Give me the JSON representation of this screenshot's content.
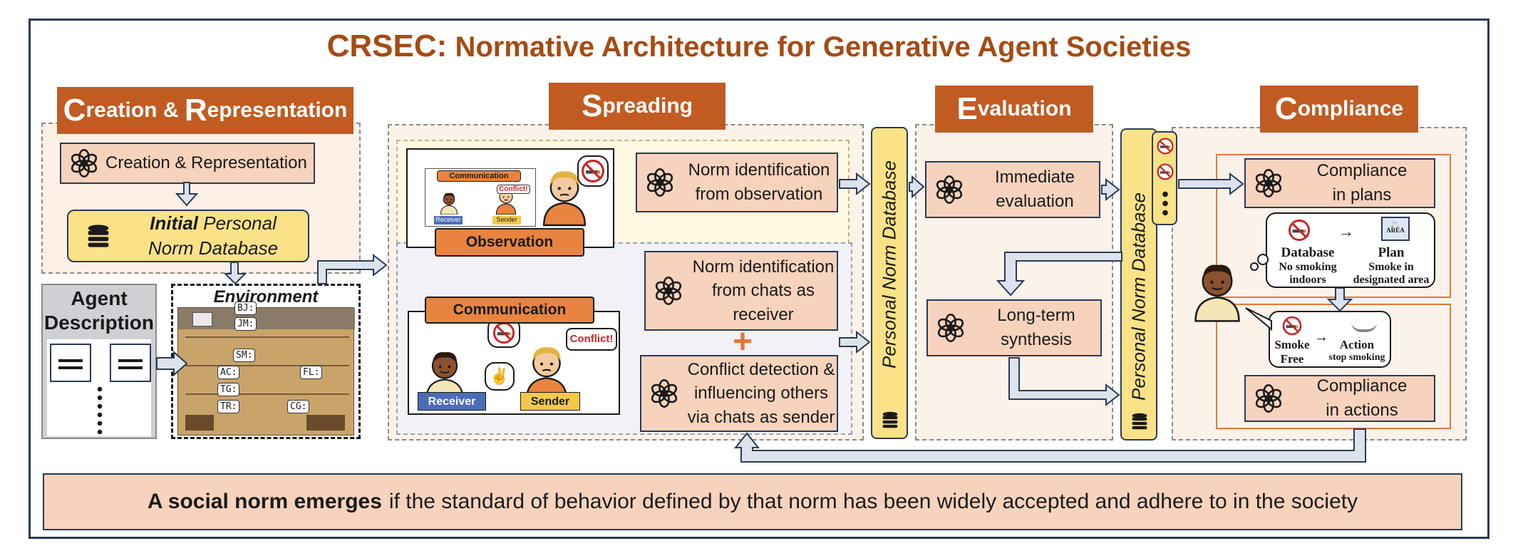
{
  "title": {
    "acronym": "CRSEC:",
    "rest": "Normative Architecture for Generative Agent Societies"
  },
  "stages": {
    "creation": {
      "initial1": "C",
      "word1": "reation",
      "amp": " & ",
      "initial2": "R",
      "word2": "epresentation"
    },
    "spreading": {
      "initial": "S",
      "word": "preading"
    },
    "evaluation": {
      "initial": "E",
      "word": "valuation"
    },
    "compliance": {
      "initial": "C",
      "word": "ompliance"
    }
  },
  "creation": {
    "module": "Creation & Representation",
    "initial_db_bold": "Initial",
    "initial_db_rest": " Personal",
    "initial_db_line2": "Norm Database",
    "agent_description_line1": "Agent",
    "agent_description_line2": "Description",
    "environment_label": "Environment",
    "env_tags": [
      "BJ:",
      "JM:",
      "SM:",
      "AC:",
      "FL:",
      "TG:",
      "TR:",
      "CG:"
    ]
  },
  "spreading": {
    "obs_module_line1": "Norm identification",
    "obs_module_line2": "from observation",
    "observation_tag": "Observation",
    "mini_communication_tag": "Communication",
    "mini_conflict": "Conflict!",
    "mini_receiver": "Receiver",
    "mini_sender": "Sender",
    "receiver_module_line1": "Norm identification",
    "receiver_module_line2": "from chats as",
    "receiver_module_line3": "receiver",
    "plus": "+",
    "sender_module_line1": "Conflict detection &",
    "sender_module_line2": "influencing others",
    "sender_module_line3": "via chats as sender",
    "communication_tag": "Communication",
    "conflict": "Conflict!",
    "receiver": "Receiver",
    "sender": "Sender"
  },
  "personal_db_label": "Personal Norm Database",
  "evaluation": {
    "immediate_line1": "Immediate",
    "immediate_line2": "evaluation",
    "longterm_line1": "Long-term",
    "longterm_line2": "synthesis"
  },
  "compliance": {
    "plans_line1": "Compliance",
    "plans_line2": "in plans",
    "actions_line1": "Compliance",
    "actions_line2": "in actions",
    "plan_db_title": "Database",
    "plan_db_detail1": "No smoking",
    "plan_db_detail2": "indoors",
    "plan_title": "Plan",
    "plan_detail1": "Smoke in",
    "plan_detail2": "designated area",
    "area_sign": "AREA",
    "smoke_free_line1": "Smoke",
    "smoke_free_line2": "Free",
    "action_title": "Action",
    "action_detail": "stop smoking",
    "arrow": "→"
  },
  "bottom": {
    "bold": "A social norm emerges",
    "rest": "if the standard of behavior defined by that norm has been widely accepted and adhere to in the society"
  },
  "colors": {
    "stage_header": "#c15b22",
    "module_fill": "#f7d3bd",
    "database_fill": "#fbe287",
    "border_navy": "#2b3a55",
    "title_brown": "#a64b13",
    "arrow_fill": "#dde3ec"
  }
}
